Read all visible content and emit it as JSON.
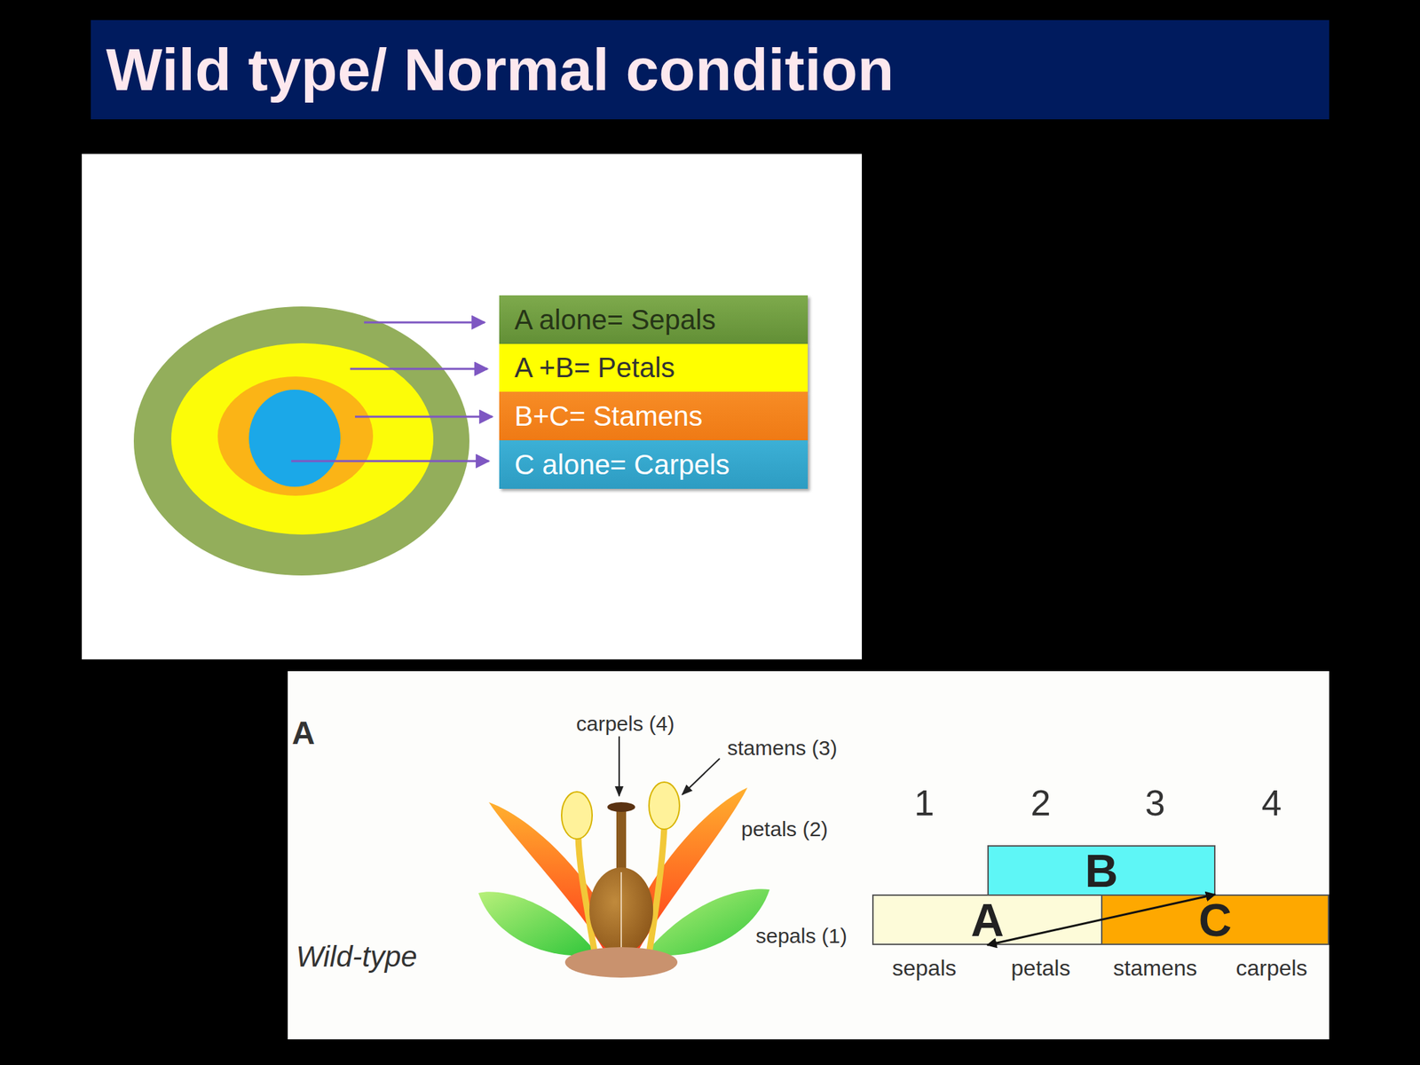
{
  "diagram": {
    "title": "Wild type/ Normal condition",
    "nodes": [
      {
        "text": [
          "A alone= Sepals"
        ]
      },
      {
        "text": [
          "A +B= Petals"
        ]
      },
      {
        "text": [
          "B+C= Stamens"
        ]
      },
      {
        "text": [
          "C alone= Carpels"
        ]
      },
      {
        "text": [
          "B"
        ]
      },
      {
        "text": [
          "A"
        ]
      },
      {
        "text": [
          "C"
        ]
      }
    ],
    "edges": [
      {
        "from": 5,
        "to": 6,
        "arrow": "both"
      }
    ],
    "labels": [
      "A",
      "carpels (4)",
      "stamens (3)",
      "petals (2)",
      "sepals (1)",
      "Wild-type",
      "1",
      "2",
      "3",
      "4",
      "sepals",
      "petals",
      "stamens",
      "carpels"
    ]
  }
}
